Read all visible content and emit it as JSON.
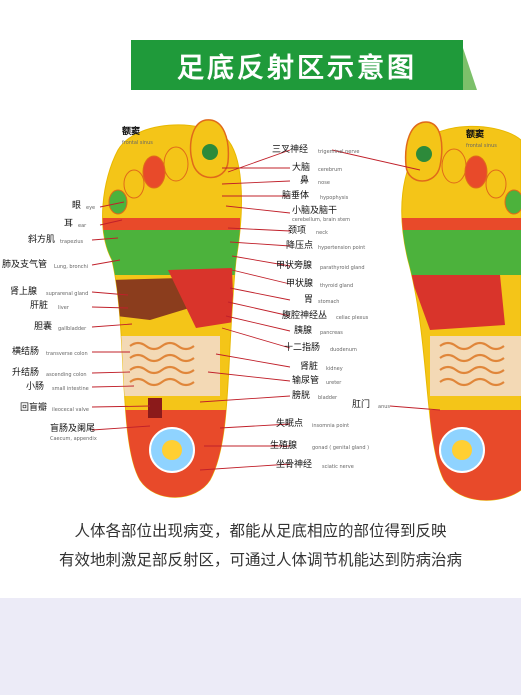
{
  "title": "足底反射区示意图",
  "left_labels": [
    {
      "zh": "额窦",
      "en": "frontal sinus"
    },
    {
      "zh": "眼",
      "en": "eye"
    },
    {
      "zh": "耳",
      "en": "ear"
    },
    {
      "zh": "斜方肌",
      "en": "trapezius"
    },
    {
      "zh": "肺及支气管",
      "en": "Lung, bronchi"
    },
    {
      "zh": "肾上腺",
      "en": "suprarenal gland"
    },
    {
      "zh": "肝脏",
      "en": "liver"
    },
    {
      "zh": "胆囊",
      "en": "gallbladder"
    },
    {
      "zh": "横结肠",
      "en": "transverse colon"
    },
    {
      "zh": "升结肠",
      "en": "ascending colon"
    },
    {
      "zh": "小肠",
      "en": "small intestine"
    },
    {
      "zh": "回盲瓣",
      "en": "ileocecal valve"
    },
    {
      "zh": "盲肠及阑尾",
      "en": "Caecum, appendix"
    }
  ],
  "center_labels": [
    {
      "zh": "三叉神经",
      "en": "trigeminal nerve"
    },
    {
      "zh": "大脑",
      "en": "cerebrum"
    },
    {
      "zh": "鼻",
      "en": "nose"
    },
    {
      "zh": "脑垂体",
      "en": "hypophysis"
    },
    {
      "zh": "小脑及脑干",
      "en": "cerebellum, brain stem"
    },
    {
      "zh": "颈项",
      "en": "neck"
    },
    {
      "zh": "降压点",
      "en": "hypertension point"
    },
    {
      "zh": "甲状旁腺",
      "en": "parathyroid gland"
    },
    {
      "zh": "甲状腺",
      "en": "thyroid gland"
    },
    {
      "zh": "胃",
      "en": "stomach"
    },
    {
      "zh": "腹腔神经丛",
      "en": "celiac plexus"
    },
    {
      "zh": "胰腺",
      "en": "pancreas"
    },
    {
      "zh": "十二指肠",
      "en": "duodenum"
    },
    {
      "zh": "肾脏",
      "en": "kidney"
    },
    {
      "zh": "输尿管",
      "en": "ureter"
    },
    {
      "zh": "膀胱",
      "en": "bladder"
    },
    {
      "zh": "失眠点",
      "en": "insomnia point"
    },
    {
      "zh": "生殖腺",
      "en": "gonad ( genital gland )"
    },
    {
      "zh": "坐骨神经",
      "en": "sciatic nerve"
    }
  ],
  "right_labels": [
    {
      "zh": "额窦",
      "en": "frontal sinus"
    },
    {
      "zh": "肛门",
      "en": "anus"
    }
  ],
  "caption": {
    "line1": "人体各部位出现病变，都能从足底相应的部位得到反映",
    "line2": "有效地刺激足部反射区，可通过人体调节机能达到防病治病"
  },
  "colors": {
    "banner": "#1f9a3a",
    "accent": "#e63a1e",
    "foot": "#f4c518",
    "skin": "#f3d9b5"
  }
}
